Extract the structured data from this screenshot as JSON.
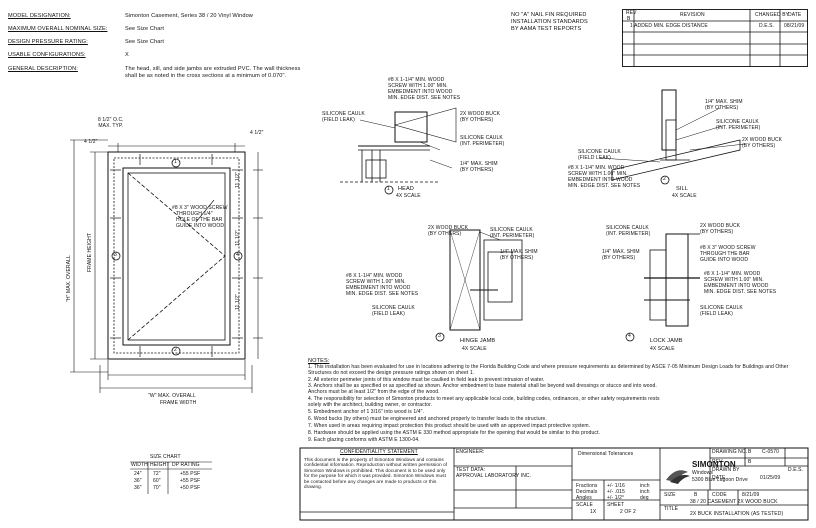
{
  "header": {
    "rows": [
      {
        "label": "MODEL DESIGNATION:",
        "value": "Simonton Casement, Series 38 / 20 Vinyl Window"
      },
      {
        "label": "MAXIMUM OVERALL NOMINAL SIZE:",
        "value": "See Size Chart"
      },
      {
        "label": "DESIGN PRESSURE RATING:",
        "value": "See Size Chart"
      },
      {
        "label": "USABLE CONFIGURATIONS:",
        "value": "X"
      },
      {
        "label": "GENERAL DESCRIPTION:",
        "value": "The head, sill, and side jambs are extruded PVC. The wall thickness",
        "value2": "shall be as noted in the cross sections at a minimum of 0.070\"."
      }
    ],
    "note_top": [
      "NO \"A\" NAIL FIN REQUIRED",
      "INSTALLATION STANDARDS",
      "BY AAMA TEST REPORTS"
    ]
  },
  "revision_table": {
    "headers": [
      "REV",
      "REVISION",
      "CHANGED BY",
      "DATE"
    ],
    "rows": [
      {
        "rev": "B",
        "text": "1  ADDED MIN. EDGE DISTANCE",
        "by": "D.E.S.",
        "date": "08/21/09"
      }
    ]
  },
  "elevation": {
    "head_dim": "8 1/2\" O.C.\nMAX. TYP.",
    "top_dims": [
      "4 1/2\"",
      "4 1/2\""
    ],
    "side_dims": [
      "11 1/2\"",
      "11 1/2\"",
      "11 1/2\""
    ],
    "frame_height_label": "FRAME HEIGHT",
    "overall_height_label": "\"H\" MAX. OVERALL",
    "overall_width_label": "\"W\" MAX. OVERALL",
    "frame_width_label": "FRAME WIDTH",
    "screw_note": [
      "#8 X 3\" WOOD SCREW",
      "THROUGH 1/4\"",
      "HOLE OF THE BAR",
      "GUIDE INTO WOOD"
    ],
    "callouts": [
      "1",
      "2",
      "3",
      "4"
    ]
  },
  "details": {
    "head": {
      "notes": [
        [
          "#8 X 1-1/4\" MIN. WOOD",
          "SCREW WITH 1.00\" MIN.",
          "EMBEDMENT INTO WOOD",
          "MIN. EDGE DIST. SEE NOTES"
        ],
        [
          "SILICONE CAULK",
          "(FIELD LEAK)"
        ],
        [
          "2X WOOD BUCK",
          "(BY OTHERS)"
        ],
        [
          "SILICONE CAULK",
          "(INT. PERIMETER)"
        ],
        [
          "1/4\" MAX. SHIM",
          "(BY OTHERS)"
        ]
      ],
      "title": "HEAD",
      "scale": "4X SCALE",
      "callout": "1"
    },
    "sill": {
      "notes": [
        [
          "1/4\" MAX. SHIM",
          "(BY OTHERS)"
        ],
        [
          "SILICONE CAULK",
          "(INT. PERIMETER)"
        ],
        [
          "2X WOOD BUCK",
          "(BY OTHERS)"
        ],
        [
          "SILICONE CAULK",
          "(FIELD LEAK)"
        ],
        [
          "#8 X 1-1/4\" MIN. WOOD",
          "SCREW WITH 1.00\" MIN.",
          "EMBEDMENT INTO WOOD",
          "MIN. EDGE DIST. SEE NOTES"
        ]
      ],
      "title": "SILL",
      "scale": "4X SCALE",
      "callout": "2"
    },
    "hinge": {
      "notes": [
        [
          "2X WOOD BUCK",
          "(BY OTHERS)"
        ],
        [
          "SILICONE CAULK",
          "(INT. PERIMETER)"
        ],
        [
          "1/4\" MAX. SHIM",
          "(BY OTHERS)"
        ],
        [
          "#8 X 1-1/4\" MIN. WOOD",
          "SCREW WITH 1.00\" MIN.",
          "EMBEDMENT INTO WOOD",
          "MIN. EDGE DIST. SEE NOTES"
        ],
        [
          "SILICONE CAULK",
          "(FIELD LEAK)"
        ]
      ],
      "title": "HINGE JAMB",
      "scale": "4X SCALE",
      "callout": "3"
    },
    "lock": {
      "notes": [
        [
          "SILICONE CAULK",
          "(INT. PERIMETER)"
        ],
        [
          "1/4\" MAX. SHIM",
          "(BY OTHERS)"
        ],
        [
          "2X WOOD BUCK",
          "(BY OTHERS)"
        ],
        [
          "#8 X 3\" WOOD SCREW",
          "THROUGH THE BAR",
          "GUIDE INTO WOOD"
        ],
        [
          "#8 X 1-1/4\" MIN. WOOD",
          "SCREW WITH 1.00\" MIN.",
          "EMBEDMENT INTO WOOD",
          "MIN. EDGE DIST. SEE NOTES"
        ],
        [
          "SILICONE CAULK",
          "(FIELD LEAK)"
        ]
      ],
      "title": "LOCK JAMB",
      "scale": "4X SCALE",
      "callout": "4"
    }
  },
  "notes": {
    "title": "NOTES:",
    "items": [
      "1. This installation has been evaluated for use in locations adhering to the Florida Building Code and where pressure requirements as determined by ASCE 7-05 Minimum Design Loads for Buildings and Other Structures do not exceed the design pressure ratings shown on sheet 1.",
      "2. All exterior perimeter joints of this window must be caulked in field leak to prevent intrusion of water.",
      "3. Anchors shall be as specified or as specified as shown. Anchor embedment to base material shall be beyond wall dressings or stucco and into wood.",
      "   Anchors must be at least 1/2\" from the edge of the wood.",
      "4. The responsibility for selection of Simonton products to meet any applicable local code, building codes, ordinances, or other safety requirements rests",
      "   solely with the architect, building owner, or contractor.",
      "5. Embedment anchor of 1 3/16\" into wood is 1/4\".",
      "6. Wood bucks (by others) must be engineered and anchored properly to transfer loads to the structure.",
      "7. When used in areas requiring impact protection this product should be used with an approved impact protective system.",
      "8. Hardware should be applied using the ASTM E 330 method appropriate for the opening that would be similar to this product.",
      "9. Each glazing conforms with ASTM E 1300-04."
    ]
  },
  "size_chart": {
    "title": "SIZE CHART",
    "headers": [
      "WIDTH",
      "HEIGHT",
      "DP RATING"
    ],
    "rows": [
      [
        "24\"",
        "72\"",
        "+55 PSF"
      ],
      [
        "36\"",
        "60\"",
        "+55 PSF"
      ],
      [
        "36\"",
        "70\"",
        "+50 PSF"
      ]
    ]
  },
  "title_block": {
    "disclaimer_title": "CONFIDENTIALITY STATEMENT",
    "disclaimer": "This document is the property of Simonton Windows and contains confidential information. Reproduction without written permission of Simonton Windows is prohibited. This document is to be used only for the purpose for which it was provided. Simonton Windows must be contacted before any changes are made to products or this drawing.",
    "engineer_label": "ENGINEER:",
    "test_lab_label": "TEST DATA:",
    "test_lab_value": "APPROVAL LABORATORY INC.",
    "company": "Dimensional Tolerances",
    "tol_labels": [
      "Fractions",
      "Decimals",
      "Angles"
    ],
    "tol_values": [
      "+/- 1/16",
      "+/- .015",
      "+/- 1/2°"
    ],
    "tol_units": [
      "inch",
      "inch",
      "deg"
    ],
    "scale_label": "SCALE",
    "scale_value": "1X",
    "date_label": "DATE",
    "date_value": "01/25/09",
    "sheet_label": "SHEET",
    "sheet_value": "2 OF 2",
    "brand": "SIMONTON",
    "tagline": "Windows",
    "address": "5300 Blue Lagoon Drive",
    "drawing_no_label": "DRAWING NO.",
    "drawing_no": "B",
    "dwg_code": "C-0570",
    "rev_label": "REV",
    "rev_value": "B",
    "drawn_label": "DRAWN BY",
    "drawn_value": "D.E.S.",
    "size_label": "SIZE",
    "size_value": "B",
    "code_label": "CODE",
    "code_value": "8/21/09",
    "title_label": "TITLE",
    "title_lines": [
      "38 / 20 CASEMENT 2X WOOD BUCK",
      "2X BUCK INSTALLATION (AS TESTED)"
    ]
  }
}
